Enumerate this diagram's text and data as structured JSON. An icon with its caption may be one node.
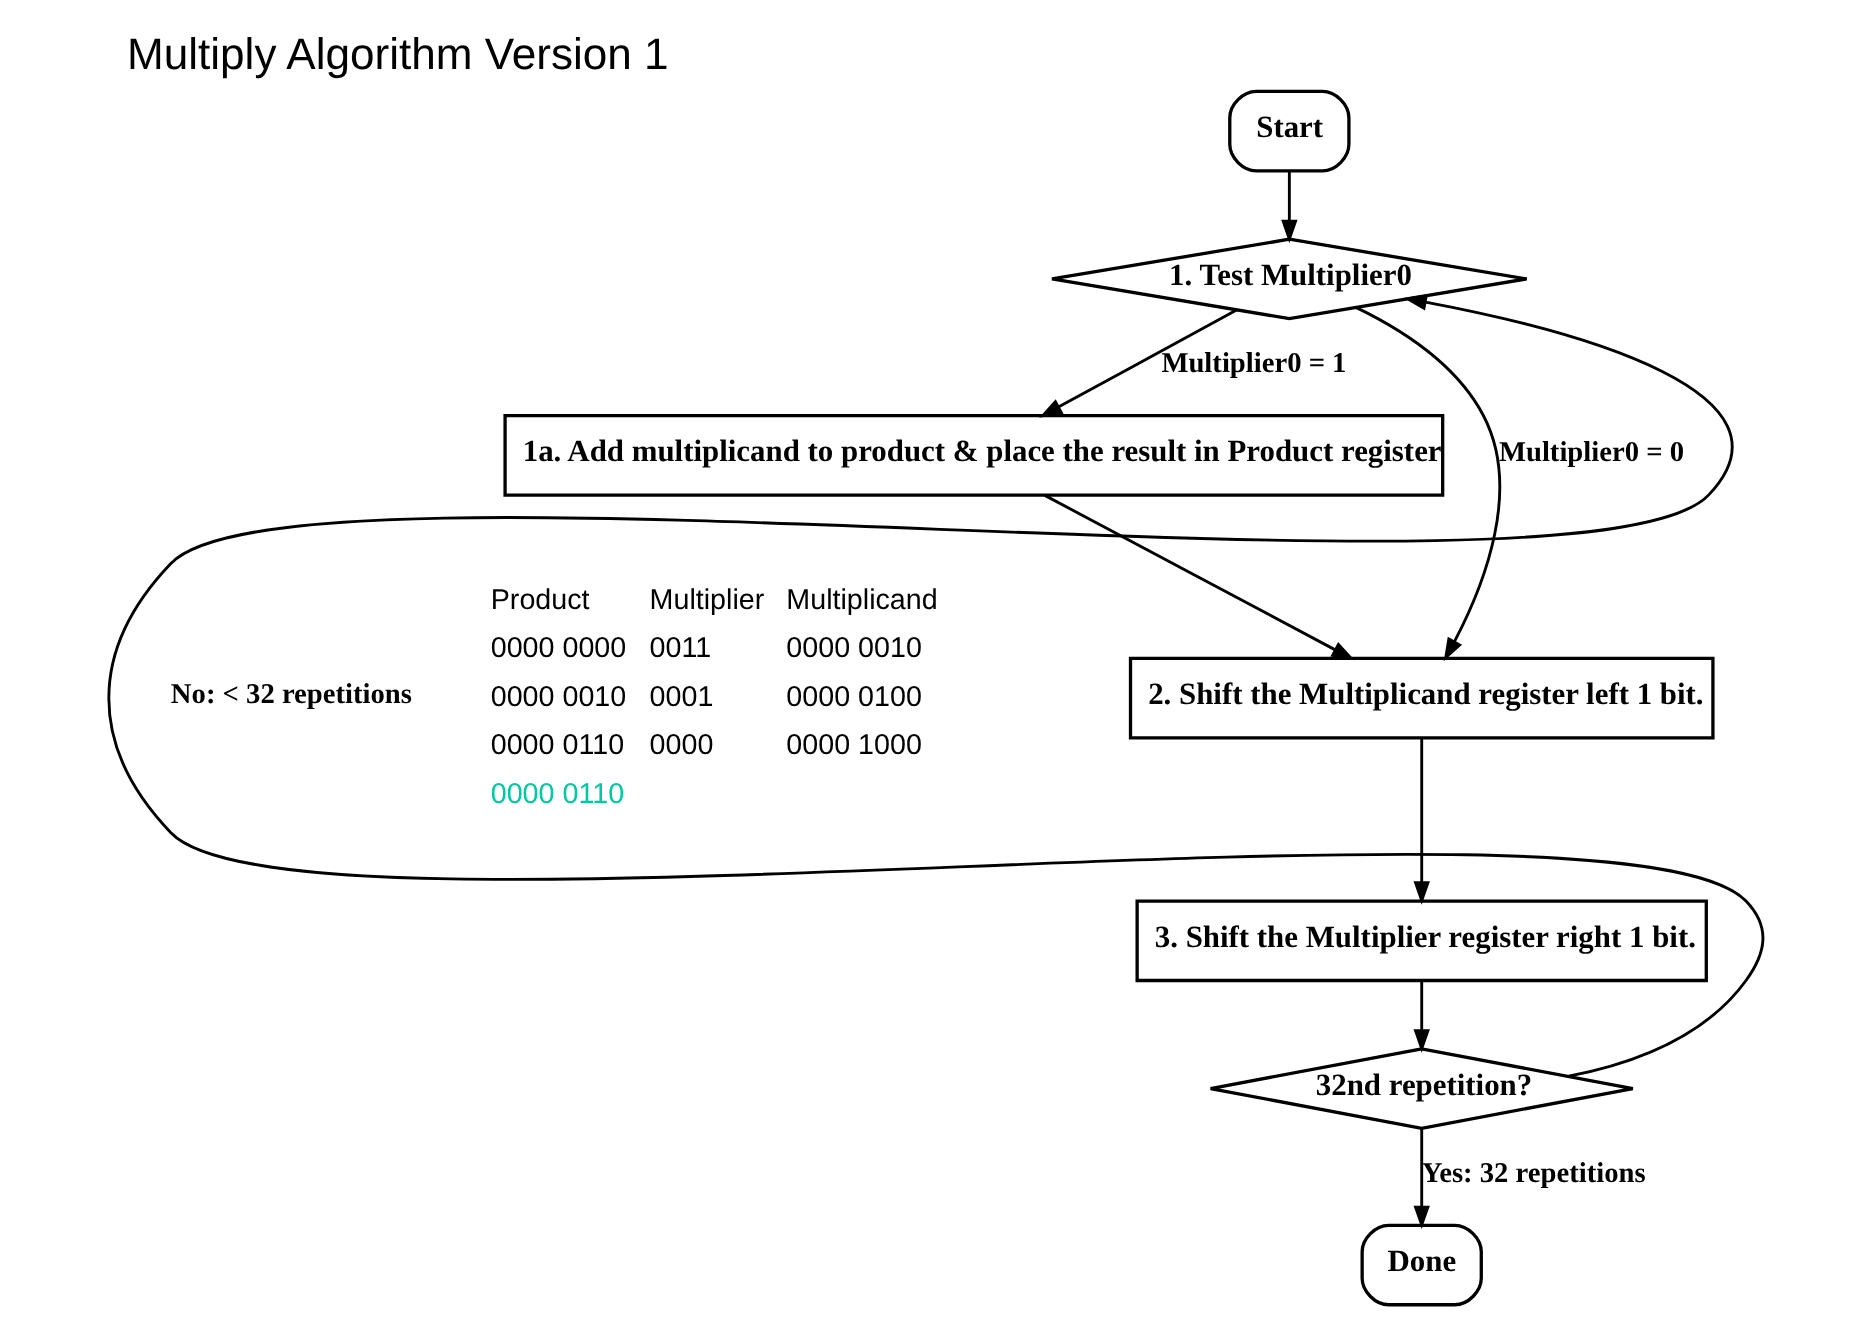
{
  "diagram": {
    "title": "Multiply Algorithm Version 1",
    "nodes": [
      {
        "text": [
          "Start"
        ]
      },
      {
        "text": [
          "1. Test Multiplier0"
        ]
      },
      {
        "text": [
          "1a. Add multiplicand to product & place the result in Product register"
        ]
      },
      {
        "text": [
          "2. Shift the Multiplicand register left 1 bit."
        ]
      },
      {
        "text": [
          "3. Shift the Multiplier register right 1 bit."
        ]
      },
      {
        "text": [
          "32nd repetition?"
        ]
      },
      {
        "text": [
          "Done"
        ]
      }
    ],
    "edges": [
      {
        "from": 0,
        "to": 1,
        "arrow": "to"
      },
      {
        "from": 1,
        "to": 2,
        "arrow": "to",
        "label": "Multiplier0 = 1"
      },
      {
        "from": 1,
        "to": 3,
        "arrow": "to",
        "label": "Multiplier0 = 0"
      },
      {
        "from": 2,
        "to": 3,
        "arrow": "to"
      },
      {
        "from": 3,
        "to": 4,
        "arrow": "to"
      },
      {
        "from": 4,
        "to": 5,
        "arrow": "to"
      },
      {
        "from": 5,
        "to": 1,
        "arrow": "to",
        "label": "No: < 32 repetitions"
      },
      {
        "from": 5,
        "to": 6,
        "arrow": "to",
        "label": "Yes: 32 repetitions"
      }
    ],
    "labels": [
      "Product",
      "Multiplier",
      "Multiplicand",
      "0000 0000",
      "0011",
      "0000 0010",
      "0000 0010",
      "0001",
      "0000 0100",
      "0000 0110",
      "0000",
      "0000 1000",
      "0000 0110"
    ]
  }
}
